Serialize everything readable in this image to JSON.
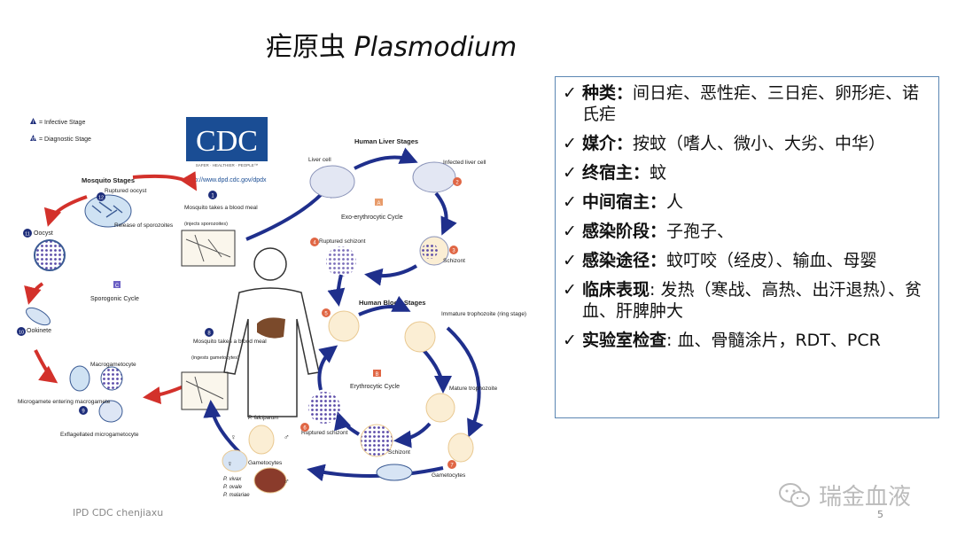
{
  "slide": {
    "title_cn": "疟原虫",
    "title_latin": "Plasmodium",
    "footer_left": "IPD CDC chenjiaxu",
    "page_number": "5",
    "watermark": "瑞金血液"
  },
  "info": {
    "items": [
      {
        "term": "种类",
        "sep": "：",
        "text": "间日疟、恶性疟、三日疟、卵形疟、诺氏疟"
      },
      {
        "term": "媒介",
        "sep": "：",
        "text": "按蚊（嗜人、微小、大劣、中华）"
      },
      {
        "term": "终宿主",
        "sep": "：",
        "text": "蚊"
      },
      {
        "term": "中间宿主",
        "sep": "：",
        "text": "人"
      },
      {
        "term": "感染阶段",
        "sep": "：",
        "text": "子孢子、"
      },
      {
        "term": "感染途径",
        "sep": "：",
        "text": "蚊叮咬（经皮）、输血、母婴"
      },
      {
        "term": "临床表现",
        "sep": ": ",
        "text": "发热（寒战、高热、出汗退热）、贫血、肝脾肿大"
      },
      {
        "term": "实验室检查",
        "sep": ": ",
        "text": "血、骨髓涂片，RDT、PCR"
      }
    ],
    "check": "✓"
  },
  "diagram": {
    "cdc_logo": "CDC",
    "cdc_tagline": "SAFER · HEALTHIER · PEOPLE™",
    "cdc_url": "http://www.dpd.cdc.gov/dpdx",
    "legend_infective": "= Infective Stage",
    "legend_diagnostic": "= Diagnostic Stage",
    "legend_i": "i",
    "legend_d": "d",
    "mosquito_stages": "Mosquito Stages",
    "human_liver_stages": "Human Liver Stages",
    "human_blood_stages": "Human Blood Stages",
    "label_ruptured_oocyst": "Ruptured oocyst",
    "label_release_sporozoites": "Release of sporozoites",
    "label_oocyst": "Oocyst",
    "label_sporogonic_cycle": "Sporogonic Cycle",
    "label_c": "C",
    "label_ookinete": "Ookinete",
    "label_macrogametocyte": "Macrogametocyte",
    "label_microgamete_entering": "Microgamete entering macrogamete",
    "label_exflagellated": "Exflagellated microgametocyte",
    "label_mosquito_blood_meal_1": "Mosquito takes a blood meal",
    "label_injects_sporozoites": "(injects sporozoites)",
    "label_mosquito_blood_meal_8": "Mosquito takes a blood meal",
    "label_ingests_gametocytes": "(ingests gametocytes)",
    "label_liver_cell": "Liver cell",
    "label_infected_liver_cell": "Infected liver cell",
    "label_a": "A",
    "label_exo_cycle": "Exo-erythrocytic Cycle",
    "label_ruptured_schizont_4": "Ruptured schizont",
    "label_schizont_3": "Schizont",
    "label_immature_trophozoite": "Immature trophozoite (ring stage)",
    "label_b": "B",
    "label_erythrocytic_cycle": "Erythrocytic Cycle",
    "label_mature_trophozoite": "Mature trophozoite",
    "label_ruptured_schizont_6": "Ruptured schizont",
    "label_schizont_d": "Schizont",
    "label_gametocytes_7": "Gametocytes",
    "label_p_falciparum": "P. falciparum",
    "label_gametocytes_d": "Gametocytes",
    "label_p_vivax": "P. vivax",
    "label_p_ovale": "P. ovale",
    "label_p_malariae": "P. malariae",
    "n1": "1",
    "n2": "2",
    "n3": "3",
    "n4": "4",
    "n5": "5",
    "n6": "6",
    "n7": "7",
    "n8": "8",
    "n9": "9",
    "n10": "10",
    "n11": "11",
    "n12": "12",
    "colors": {
      "arrow_blue": "#1f2f8c",
      "arrow_red": "#d3312b",
      "badge_red": "#e06644",
      "badge_navy": "#1d2d7a"
    }
  }
}
